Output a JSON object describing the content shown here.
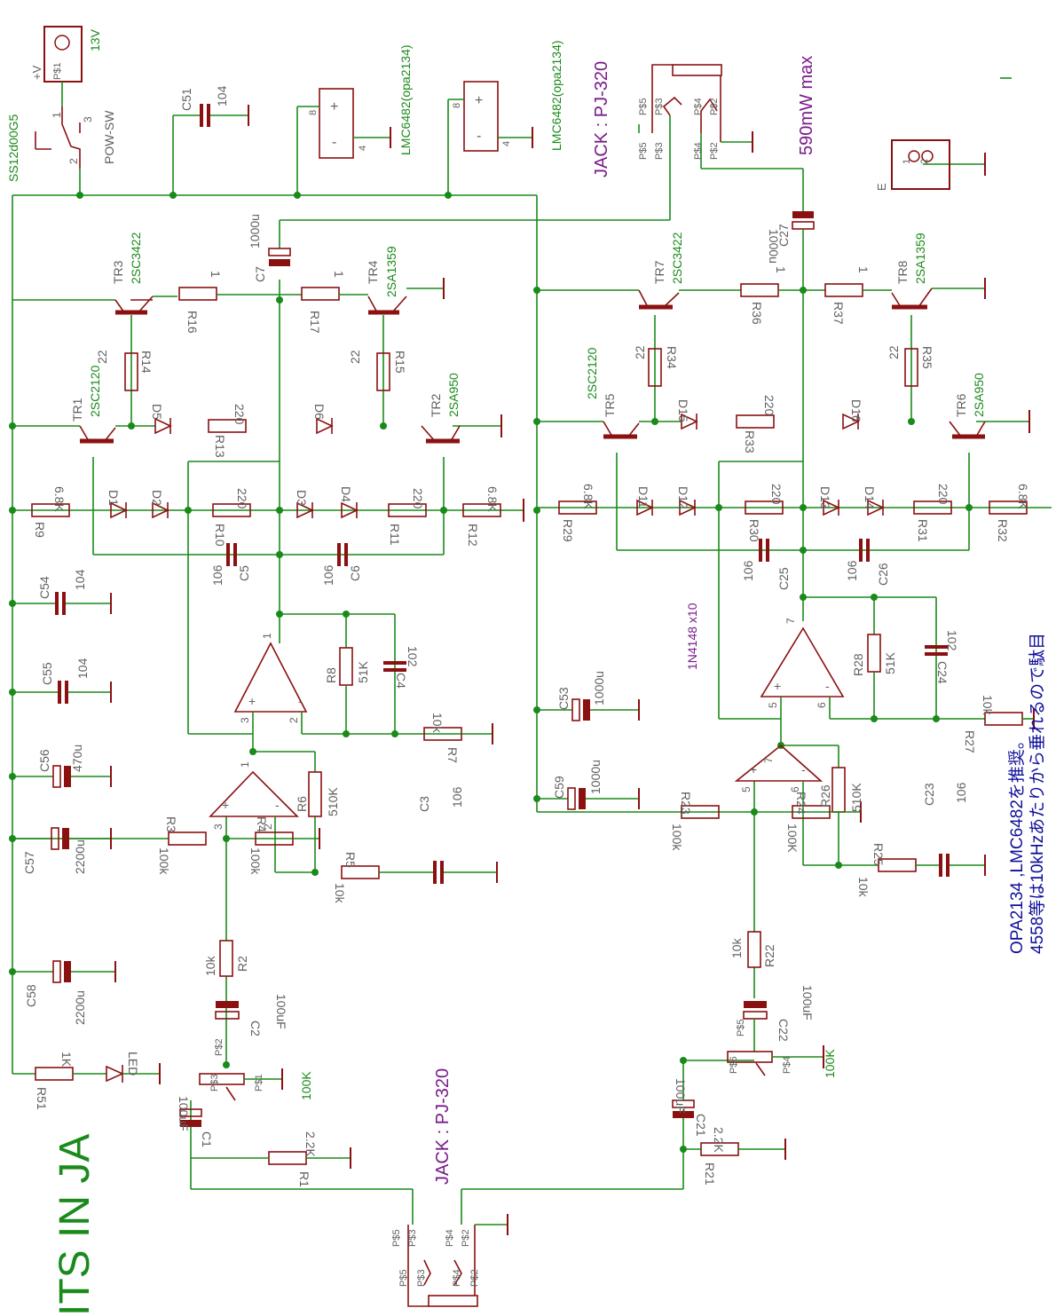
{
  "colors": {
    "background": "#ffffff",
    "wire": "#1a8a1a",
    "part": "#8b1010",
    "label_gray": "#606060",
    "value_green": "#1a8a1a",
    "note_purple": "#7a1a8a",
    "note_blue": "#10109a"
  },
  "power": {
    "plus_v": "+V",
    "jack_pin": "P$1",
    "voltage": "13V",
    "switch_name": "SS12d00G5",
    "switch_label": "POW-SW",
    "pin1": "1",
    "pin2": "2",
    "pin3": "3"
  },
  "opamps": {
    "left_part": "LMC6482(opa2134)",
    "right_part": "LMC6482(opa2134)",
    "pin8": "8",
    "pin4": "4"
  },
  "notes": {
    "jack_top": "JACK : PJ-320",
    "jack_bottom": "JACK : PJ-320",
    "power_out": "590mW max",
    "diodes": "1N4148 x10",
    "recommend_line1": "OPA2134 ,LMC6482を推奨。",
    "recommend_line2": "4558等は10kHzあたりから垂れるので駄目",
    "credit": "ITS IN JA",
    "e_label": "E"
  },
  "jack_pins": [
    "P$5",
    "P$3",
    "P$4",
    "P$2"
  ],
  "pot_pins": [
    "P$2",
    "P$3",
    "P$1"
  ],
  "pot_pins_right": [
    "P$5",
    "P$6",
    "P$4"
  ],
  "caps_left": [
    {
      "name": "C51",
      "value": "104"
    },
    {
      "name": "C7",
      "value": "1000u"
    },
    {
      "name": "C54",
      "value": "104"
    },
    {
      "name": "C55",
      "value": "104"
    },
    {
      "name": "C56",
      "value": "470u"
    },
    {
      "name": "C57",
      "value": "2200u"
    },
    {
      "name": "C58",
      "value": "2200u"
    },
    {
      "name": "C5",
      "value": "106"
    },
    {
      "name": "C6",
      "value": "106"
    },
    {
      "name": "C4",
      "value": "102"
    },
    {
      "name": "C3",
      "value": "106"
    },
    {
      "name": "C2",
      "value": "100uF"
    },
    {
      "name": "C1",
      "value": "100uF"
    }
  ],
  "caps_right": [
    {
      "name": "C27",
      "value": "1000u"
    },
    {
      "name": "C25",
      "value": "106"
    },
    {
      "name": "C26",
      "value": "106"
    },
    {
      "name": "C24",
      "value": "102"
    },
    {
      "name": "C53",
      "value": "1000u"
    },
    {
      "name": "C59",
      "value": "1000u"
    },
    {
      "name": "C23",
      "value": "106"
    },
    {
      "name": "C22",
      "value": "100uF"
    },
    {
      "name": "C21",
      "value": "100uF"
    }
  ],
  "resistors_left": [
    {
      "name": "R16",
      "value": "1"
    },
    {
      "name": "R17",
      "value": "1"
    },
    {
      "name": "R14",
      "value": "22"
    },
    {
      "name": "R15",
      "value": "22"
    },
    {
      "name": "R13",
      "value": "220"
    },
    {
      "name": "R9",
      "value": "6.8K"
    },
    {
      "name": "R10",
      "value": "220"
    },
    {
      "name": "R11",
      "value": "220"
    },
    {
      "name": "R12",
      "value": "6.8K"
    },
    {
      "name": "R8",
      "value": "51K"
    },
    {
      "name": "R7",
      "value": "10k"
    },
    {
      "name": "R6",
      "value": "510K"
    },
    {
      "name": "R5",
      "value": "10k"
    },
    {
      "name": "R3",
      "value": "100k"
    },
    {
      "name": "R4",
      "value": "100k"
    },
    {
      "name": "R2",
      "value": "10k"
    },
    {
      "name": "R51",
      "value": "1K"
    },
    {
      "name": "R1",
      "value": "2.2K"
    }
  ],
  "resistors_right": [
    {
      "name": "R36",
      "value": "1"
    },
    {
      "name": "R37",
      "value": "1"
    },
    {
      "name": "R34",
      "value": "22"
    },
    {
      "name": "R35",
      "value": "22"
    },
    {
      "name": "R33",
      "value": "220"
    },
    {
      "name": "R29",
      "value": "6.8K"
    },
    {
      "name": "R30",
      "value": "220"
    },
    {
      "name": "R31",
      "value": "220"
    },
    {
      "name": "R32",
      "value": "6.8K"
    },
    {
      "name": "R28",
      "value": "51K"
    },
    {
      "name": "R27",
      "value": "10k"
    },
    {
      "name": "R26",
      "value": "510K"
    },
    {
      "name": "R25",
      "value": "10k"
    },
    {
      "name": "R23",
      "value": "100k"
    },
    {
      "name": "R24",
      "value": "100K"
    },
    {
      "name": "R22",
      "value": "10k"
    },
    {
      "name": "R21",
      "value": "2.2K"
    }
  ],
  "transistors_left": [
    {
      "name": "TR3",
      "type": "2SC3422"
    },
    {
      "name": "TR4",
      "type": "2SA1359"
    },
    {
      "name": "TR1",
      "type": "2SC2120"
    },
    {
      "name": "TR2",
      "type": "2SA950"
    }
  ],
  "transistors_right": [
    {
      "name": "TR7",
      "type": "2SC3422"
    },
    {
      "name": "TR8",
      "type": "2SA1359"
    },
    {
      "name": "TR5",
      "type": "2SC2120"
    },
    {
      "name": "TR6",
      "type": "2SA950"
    }
  ],
  "diodes_left": [
    "D5",
    "D6",
    "D1",
    "D2",
    "D3",
    "D4"
  ],
  "diodes_right": [
    "D15",
    "D16",
    "D11",
    "D12",
    "D13",
    "D14"
  ],
  "pots": [
    "100K",
    "100K"
  ],
  "led": "LED",
  "opamp_pins": {
    "p1": "1",
    "p2": "2",
    "p3": "3",
    "p5": "5",
    "p6": "6",
    "p7": "7"
  }
}
